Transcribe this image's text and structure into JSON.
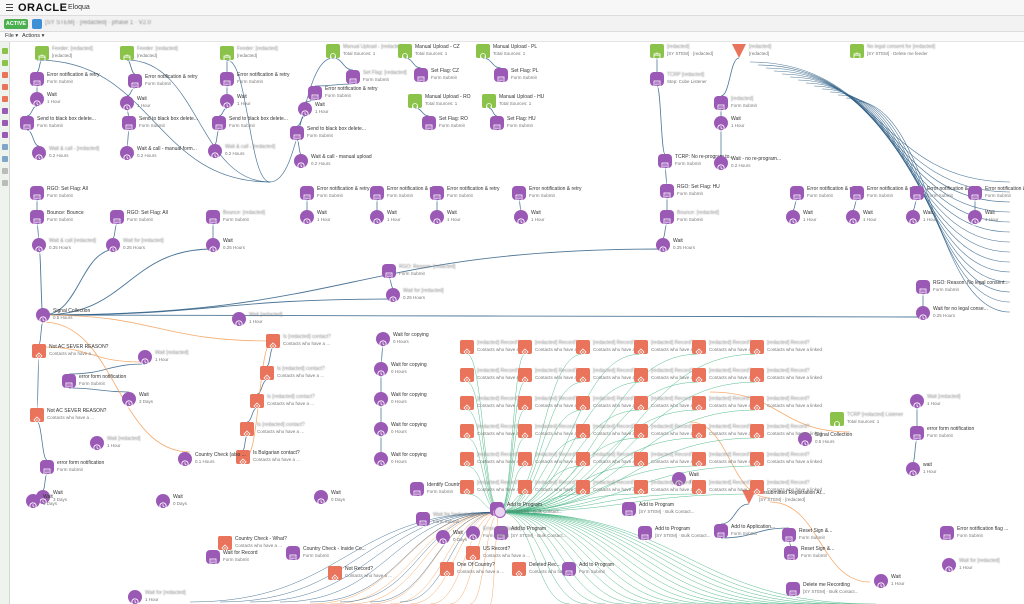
{
  "header": {
    "logo": "ORACLE",
    "product": "Eloqua"
  },
  "status": {
    "badge": "ACTIVE",
    "campaign_title": "[SY STEM] · [redacted] · phase 1 · V2.0"
  },
  "menu": {
    "file": "File ▾",
    "actions": "Actions ▾"
  },
  "colors": {
    "accent_purple": "#9b59b6",
    "segment_green": "#8bc34a",
    "decision_red": "#e9735b",
    "wire_blue": "#2f5f86",
    "wire_orange": "#f39c55",
    "wire_green": "#3ab07a",
    "active_green": "#4caf50"
  },
  "nodes": [
    {
      "id": "n1",
      "kind": "segment",
      "icon": "segment-icon",
      "label": "Feeder: [redacted]",
      "sub": "[redacted]"
    },
    {
      "id": "n2",
      "kind": "email",
      "icon": "form-icon",
      "label": "Error notification & retry",
      "sub": "Form Submit"
    },
    {
      "id": "n3",
      "kind": "wait",
      "icon": "clock-icon",
      "label": "Wait",
      "sub": "1 Hour"
    },
    {
      "id": "n4",
      "kind": "email",
      "icon": "form-icon",
      "label": "Send to black box delete...",
      "sub": "Form Submit"
    },
    {
      "id": "n5",
      "kind": "wait",
      "icon": "clock-icon",
      "label": "Wait & call - [redacted]",
      "sub": "0.2 Hours"
    },
    {
      "id": "n6",
      "kind": "segment",
      "icon": "segment-icon",
      "label": "Feeder: [redacted]",
      "sub": "[redacted]"
    },
    {
      "id": "n7",
      "kind": "email",
      "icon": "form-icon",
      "label": "Error notification & retry",
      "sub": "Form Submit"
    },
    {
      "id": "n8",
      "kind": "wait",
      "icon": "clock-icon",
      "label": "Wait",
      "sub": "1 Hour"
    },
    {
      "id": "n9",
      "kind": "email",
      "icon": "form-icon",
      "label": "Send to black box delete...",
      "sub": "Form Submit"
    },
    {
      "id": "n10",
      "kind": "wait",
      "icon": "clock-icon",
      "label": "Wait & call - manual form...",
      "sub": "0.2 Hours"
    },
    {
      "id": "n11",
      "kind": "segment",
      "icon": "segment-icon",
      "label": "Feeder: [redacted]",
      "sub": "[redacted]"
    },
    {
      "id": "n12",
      "kind": "email",
      "icon": "form-icon",
      "label": "Error notification & retry",
      "sub": "Form Submit"
    },
    {
      "id": "n13",
      "kind": "wait",
      "icon": "clock-icon",
      "label": "Wait",
      "sub": "1 Hour"
    },
    {
      "id": "n14",
      "kind": "email",
      "icon": "form-icon",
      "label": "Send to black box delete...",
      "sub": "Form Submit"
    },
    {
      "id": "n15",
      "kind": "wait",
      "icon": "clock-icon",
      "label": "Wait & call - [redacted]",
      "sub": "0.2 Hours"
    },
    {
      "id": "n16",
      "kind": "listener",
      "icon": "headset-icon",
      "label": "Manual Upload - [redacted]",
      "sub": "Total Sources: 1"
    },
    {
      "id": "n17",
      "kind": "email",
      "icon": "form-icon",
      "label": "Set Flag: [redacted]",
      "sub": "Form Submit"
    },
    {
      "id": "n18",
      "kind": "email",
      "icon": "form-icon",
      "label": "Error notification & retry",
      "sub": "Form Submit"
    },
    {
      "id": "n19",
      "kind": "wait",
      "icon": "clock-icon",
      "label": "Wait",
      "sub": "1 Hour"
    },
    {
      "id": "n20",
      "kind": "email",
      "icon": "form-icon",
      "label": "Send to black box delete...",
      "sub": "Form Submit"
    },
    {
      "id": "n21",
      "kind": "wait",
      "icon": "clock-icon",
      "label": "Wait & call - manual upload",
      "sub": "0.2 Hours"
    },
    {
      "id": "n22",
      "kind": "listener",
      "icon": "headset-icon",
      "label": "Manual Upload - CZ",
      "sub": "Total Sources: 1"
    },
    {
      "id": "n23",
      "kind": "email",
      "icon": "form-icon",
      "label": "Set Flag: CZ",
      "sub": "Form Submit"
    },
    {
      "id": "n24",
      "kind": "listener",
      "icon": "headset-icon",
      "label": "Manual Upload - PL",
      "sub": "Total Sources: 1"
    },
    {
      "id": "n25",
      "kind": "email",
      "icon": "form-icon",
      "label": "Set Flag: PL",
      "sub": "Form Submit"
    },
    {
      "id": "n26",
      "kind": "listener",
      "icon": "headset-icon",
      "label": "Manual Upload - RO",
      "sub": "Total Sources: 1"
    },
    {
      "id": "n27",
      "kind": "email",
      "icon": "form-icon",
      "label": "Set Flag: RO",
      "sub": "Form Submit"
    },
    {
      "id": "n28",
      "kind": "listener",
      "icon": "headset-icon",
      "label": "Manual Upload - HU",
      "sub": "Total Sources: 1"
    },
    {
      "id": "n29",
      "kind": "email",
      "icon": "form-icon",
      "label": "Set Flag: HU",
      "sub": "Form Submit"
    },
    {
      "id": "n30",
      "kind": "email",
      "icon": "form-icon",
      "label": "Error notification & retry",
      "sub": "Form Submit"
    },
    {
      "id": "n31",
      "kind": "wait",
      "icon": "clock-icon",
      "label": "Wait",
      "sub": "1 Hour"
    },
    {
      "id": "n32",
      "kind": "email",
      "icon": "form-icon",
      "label": "Error notification & retry",
      "sub": "Form Submit"
    },
    {
      "id": "n33",
      "kind": "wait",
      "icon": "clock-icon",
      "label": "Wait",
      "sub": "1 Hour"
    },
    {
      "id": "n34",
      "kind": "email",
      "icon": "form-icon",
      "label": "Error notification & retry",
      "sub": "Form Submit"
    },
    {
      "id": "n35",
      "kind": "wait",
      "icon": "clock-icon",
      "label": "Wait",
      "sub": "1 Hour"
    },
    {
      "id": "n36",
      "kind": "email",
      "icon": "form-icon",
      "label": "Error notification & retry",
      "sub": "Form Submit"
    },
    {
      "id": "n37",
      "kind": "wait",
      "icon": "clock-icon",
      "label": "Wait",
      "sub": "1 Hour"
    },
    {
      "id": "n38",
      "kind": "segment",
      "icon": "segment-icon",
      "label": "[redacted]",
      "sub": "[SY STEM] · [redacted]"
    },
    {
      "id": "n39",
      "kind": "decision",
      "icon": "funnel-icon",
      "label": "[redacted]",
      "sub": "[redacted]"
    },
    {
      "id": "n40",
      "kind": "email",
      "icon": "form-icon",
      "label": "TCRP [redacted]",
      "sub": "Step: Cube Listener"
    },
    {
      "id": "n41",
      "kind": "email",
      "icon": "form-icon",
      "label": "[redacted]",
      "sub": "Form Submit"
    },
    {
      "id": "n42",
      "kind": "wait",
      "icon": "clock-icon",
      "label": "Wait",
      "sub": "1 Hour"
    },
    {
      "id": "n43",
      "kind": "email",
      "icon": "form-icon",
      "label": "TCRP: No re-program to...",
      "sub": "Form Submit"
    },
    {
      "id": "n44",
      "kind": "wait",
      "icon": "clock-icon",
      "label": "Wait - no re-program...",
      "sub": "0.2 Hours"
    },
    {
      "id": "n45",
      "kind": "email",
      "icon": "form-icon",
      "label": "RGO: Set Flag: HU",
      "sub": "Form Submit"
    },
    {
      "id": "n46",
      "kind": "email",
      "icon": "form-icon",
      "label": "Bounce: [redacted]",
      "sub": "Form Submit"
    },
    {
      "id": "n47",
      "kind": "wait",
      "icon": "clock-icon",
      "label": "Wait",
      "sub": "0.25 Hours"
    },
    {
      "id": "n48",
      "kind": "segment",
      "icon": "segment-icon",
      "label": "No legal consent for [redacted]",
      "sub": "[SY STEM] · Delete me feeder"
    },
    {
      "id": "n49",
      "kind": "email",
      "icon": "form-icon",
      "label": "Error notification & retry",
      "sub": "Form Submit"
    },
    {
      "id": "n50",
      "kind": "wait",
      "icon": "clock-icon",
      "label": "Wait",
      "sub": "1 Hour"
    },
    {
      "id": "n51",
      "kind": "email",
      "icon": "form-icon",
      "label": "Error notification & retry",
      "sub": "Form Submit"
    },
    {
      "id": "n52",
      "kind": "wait",
      "icon": "clock-icon",
      "label": "Wait",
      "sub": "1 Hour"
    },
    {
      "id": "n53",
      "kind": "email",
      "icon": "form-icon",
      "label": "Error notification & retry",
      "sub": "Form Submit"
    },
    {
      "id": "n54",
      "kind": "wait",
      "icon": "clock-icon",
      "label": "Wait",
      "sub": "1 Hour"
    },
    {
      "id": "n55",
      "kind": "email",
      "icon": "form-icon",
      "label": "Error notification & retry",
      "sub": "Form Submit"
    },
    {
      "id": "n56",
      "kind": "wait",
      "icon": "clock-icon",
      "label": "Wait",
      "sub": "1 Hour"
    },
    {
      "id": "n57",
      "kind": "email",
      "icon": "form-icon",
      "label": "RGO: Set Flag: All",
      "sub": "Form Submit"
    },
    {
      "id": "n58",
      "kind": "email",
      "icon": "form-icon",
      "label": "Bounce: Bounce",
      "sub": "Form Submit"
    },
    {
      "id": "n59",
      "kind": "wait",
      "icon": "clock-icon",
      "label": "Wait & call [redacted]",
      "sub": "0.25 Hours"
    },
    {
      "id": "n60",
      "kind": "email",
      "icon": "form-icon",
      "label": "RGO: Set Flag: All",
      "sub": "Form Submit"
    },
    {
      "id": "n61",
      "kind": "wait",
      "icon": "clock-icon",
      "label": "Wait for [redacted]",
      "sub": "0.25 Hours"
    },
    {
      "id": "n62",
      "kind": "email",
      "icon": "form-icon",
      "label": "Bounce: [redacted]",
      "sub": "Form Submit"
    },
    {
      "id": "n63",
      "kind": "wait",
      "icon": "clock-icon",
      "label": "Wait",
      "sub": "0.25 Hours"
    },
    {
      "id": "n64",
      "kind": "email",
      "icon": "form-icon",
      "label": "RGO: Reason: [redacted]",
      "sub": "Form Submit"
    },
    {
      "id": "n65",
      "kind": "wait",
      "icon": "clock-icon",
      "label": "Wait for [redacted]",
      "sub": "0.25 Hours"
    },
    {
      "id": "n66",
      "kind": "email",
      "icon": "form-icon",
      "label": "RGO: Reason: No legal consent...",
      "sub": "Form Submit"
    },
    {
      "id": "n67",
      "kind": "wait",
      "icon": "clock-icon",
      "label": "Wait for no legal conse...",
      "sub": "0.25 Hours"
    },
    {
      "id": "n68",
      "kind": "wait",
      "icon": "clock-icon",
      "label": "Signal Collection",
      "sub": "0.5 Hours"
    },
    {
      "id": "n69",
      "kind": "decision",
      "icon": "decision-icon",
      "label": "Not AC SEVER REASON?",
      "sub": "Contacts who have a ..."
    },
    {
      "id": "n70",
      "kind": "wait",
      "icon": "clock-icon",
      "label": "Wait [redacted]",
      "sub": "1 Hour"
    },
    {
      "id": "n71",
      "kind": "email",
      "icon": "form-icon",
      "label": "error form notification",
      "sub": "Form Submit"
    },
    {
      "id": "n72",
      "kind": "wait",
      "icon": "clock-icon",
      "label": "Wait",
      "sub": "3 Days"
    },
    {
      "id": "n73",
      "kind": "decision",
      "icon": "decision-icon",
      "label": "Not AC SEVER REASON?",
      "sub": "Contacts who have a ..."
    },
    {
      "id": "n74",
      "kind": "wait",
      "icon": "clock-icon",
      "label": "Wait [redacted]",
      "sub": "1 Hour"
    },
    {
      "id": "n75",
      "kind": "email",
      "icon": "form-icon",
      "label": "error form notification",
      "sub": "Form Submit"
    },
    {
      "id": "n76",
      "kind": "wait",
      "icon": "clock-icon",
      "label": "Wait",
      "sub": "3 Days"
    },
    {
      "id": "n77",
      "kind": "wait",
      "icon": "clock-icon",
      "label": "Wait [redacted]",
      "sub": "1 Hour"
    },
    {
      "id": "n78",
      "kind": "decision",
      "icon": "decision-icon",
      "label": "Is [redacted] contact?",
      "sub": "Contacts who have a ..."
    },
    {
      "id": "n79",
      "kind": "decision",
      "icon": "decision-icon",
      "label": "Is [redacted] contact?",
      "sub": "Contacts who have a ..."
    },
    {
      "id": "n80",
      "kind": "decision",
      "icon": "decision-icon",
      "label": "Is [redacted] contact?",
      "sub": "Contacts who have a ..."
    },
    {
      "id": "n81",
      "kind": "decision",
      "icon": "decision-icon",
      "label": "Is [redacted] contact?",
      "sub": "Contacts who have a ..."
    },
    {
      "id": "n82",
      "kind": "decision",
      "icon": "decision-icon",
      "label": "Is Bulgarian contact?",
      "sub": "Contacts who have a ..."
    },
    {
      "id": "n83",
      "kind": "wait",
      "icon": "clock-icon",
      "label": "Country Check (also ...",
      "sub": "0.1 Hours"
    },
    {
      "id": "n84",
      "kind": "wait",
      "icon": "clock-icon",
      "label": "Wait for copying",
      "sub": "0 Hours"
    },
    {
      "id": "n85",
      "kind": "wait",
      "icon": "clock-icon",
      "label": "Wait for copying",
      "sub": "0 Hours"
    },
    {
      "id": "n86",
      "kind": "wait",
      "icon": "clock-icon",
      "label": "Wait for copying",
      "sub": "0 Hours"
    },
    {
      "id": "n87",
      "kind": "wait",
      "icon": "clock-icon",
      "label": "Wait for copying",
      "sub": "0 Hours"
    },
    {
      "id": "n88",
      "kind": "wait",
      "icon": "clock-icon",
      "label": "Wait for copying",
      "sub": "0 Hours"
    },
    {
      "id": "n89",
      "kind": "wait",
      "icon": "clock-icon",
      "label": "Wait",
      "sub": "0 Days"
    },
    {
      "id": "n90",
      "kind": "listener",
      "icon": "headset-icon",
      "label": "TCRP [redacted] Listener",
      "sub": "Total Sources: 1"
    },
    {
      "id": "n91",
      "kind": "wait",
      "icon": "clock-icon",
      "label": "Signal Collection",
      "sub": "0.5 Hours"
    },
    {
      "id": "n92",
      "kind": "wait",
      "icon": "clock-icon",
      "label": "Wait [redacted]",
      "sub": "1 Hour"
    },
    {
      "id": "n93",
      "kind": "email",
      "icon": "form-icon",
      "label": "error form notification",
      "sub": "Form Submit"
    },
    {
      "id": "n94",
      "kind": "wait",
      "icon": "clock-icon",
      "label": "wait",
      "sub": "1 Hour"
    },
    {
      "id": "n95",
      "kind": "wait",
      "icon": "clock-icon",
      "label": "Wait",
      "sub": "1 Hour"
    },
    {
      "id": "n96",
      "kind": "decision",
      "icon": "funnel-icon",
      "label": "Resubmitted Registration Ar...",
      "sub": "[SY STEM] · [redacted]"
    },
    {
      "id": "n97",
      "kind": "email",
      "icon": "form-icon",
      "label": "Add to Program",
      "sub": "[SY STEM] · Bulk Contact..."
    },
    {
      "id": "n98",
      "kind": "email",
      "icon": "form-icon",
      "label": "Add to Program",
      "sub": "[SY STEM] · Bulk Contact..."
    },
    {
      "id": "n99",
      "kind": "email",
      "icon": "form-icon",
      "label": "Add to Application...",
      "sub": "Form Submit"
    },
    {
      "id": "n100",
      "kind": "email",
      "icon": "form-icon",
      "label": "Reset Sign &...",
      "sub": "Form Submit"
    },
    {
      "id": "n101",
      "kind": "email",
      "icon": "form-icon",
      "label": "Reset Sign &...",
      "sub": "Form Submit"
    },
    {
      "id": "n102",
      "kind": "email",
      "icon": "form-icon",
      "label": "Error notification flag ...",
      "sub": "Form Submit"
    },
    {
      "id": "n103",
      "kind": "wait",
      "icon": "clock-icon",
      "label": "Wait for [redacted]",
      "sub": "1 Hour"
    },
    {
      "id": "n104",
      "kind": "wait",
      "icon": "clock-icon",
      "label": "Wait",
      "sub": "1 Hour"
    },
    {
      "id": "n105",
      "kind": "email",
      "icon": "form-icon",
      "label": "Delete me Recording",
      "sub": "[SY STEM] · Bulk Contact..."
    },
    {
      "id": "n106",
      "kind": "email",
      "icon": "form-icon",
      "label": "Add to Program",
      "sub": "[SY STEM] · Bulk Contact..."
    },
    {
      "id": "n107",
      "kind": "email",
      "icon": "form-icon",
      "label": "Add to Program",
      "sub": "[SY STEM] · Bulk Contact..."
    },
    {
      "id": "n108",
      "kind": "decision",
      "icon": "decision-icon",
      "label": "Country Check - What?",
      "sub": "Contacts who have a ..."
    },
    {
      "id": "n109",
      "kind": "email",
      "icon": "form-icon",
      "label": "Country Check - Inside Co...",
      "sub": "Form Submit"
    },
    {
      "id": "n110",
      "kind": "email",
      "icon": "form-icon",
      "label": "Identify Country...",
      "sub": "Form Submit"
    },
    {
      "id": "n111",
      "kind": "wait",
      "icon": "clock-icon",
      "label": "Wait",
      "sub": "0 Days"
    },
    {
      "id": "n112",
      "kind": "email",
      "icon": "form-icon",
      "label": "Wait for [redacted]",
      "sub": "Form Submit"
    },
    {
      "id": "n113",
      "kind": "decision",
      "icon": "decision-icon",
      "label": "US Record?",
      "sub": "Contacts who have a ..."
    },
    {
      "id": "n114",
      "kind": "decision",
      "icon": "decision-icon",
      "label": "One Of Country?",
      "sub": "Contacts who have a ..."
    },
    {
      "id": "n115",
      "kind": "wait",
      "icon": "clock-icon",
      "label": "Error... [redacted]",
      "sub": "Form Submit"
    },
    {
      "id": "n116",
      "kind": "decision",
      "icon": "decision-icon",
      "label": "Deleted Rec...",
      "sub": "Contacts who have a ..."
    },
    {
      "id": "n117",
      "kind": "email",
      "icon": "form-icon",
      "label": "Add to Program",
      "sub": "Form Submit"
    },
    {
      "id": "n118",
      "kind": "decision",
      "icon": "decision-icon",
      "label": "Not Record?",
      "sub": "Contacts who have a ..."
    },
    {
      "id": "n119",
      "kind": "email",
      "icon": "form-icon",
      "label": "Wait for Record",
      "sub": "Form Submit"
    },
    {
      "id": "n120",
      "kind": "wait",
      "icon": "clock-icon",
      "label": "Wait",
      "sub": "0 Days"
    },
    {
      "id": "n121",
      "kind": "wait",
      "icon": "clock-icon",
      "label": "Wait",
      "sub": "3 Days"
    },
    {
      "id": "n122",
      "kind": "wait",
      "icon": "clock-icon",
      "label": "Wait for [redacted]",
      "sub": "1 Hour"
    }
  ],
  "grid_decisions_label": "[redacted] Record?",
  "grid_decisions_sub": "Contacts who have a linked",
  "rail_icons": [
    "zoom-in-icon",
    "zoom-out-icon",
    "fit-icon",
    "segment-tool-icon",
    "email-tool-icon",
    "form-tool-icon",
    "wait-tool-icon",
    "decision-tool-icon",
    "listener-tool-icon",
    "program-tool-icon",
    "note-tool-icon",
    "action-tool-icon"
  ]
}
